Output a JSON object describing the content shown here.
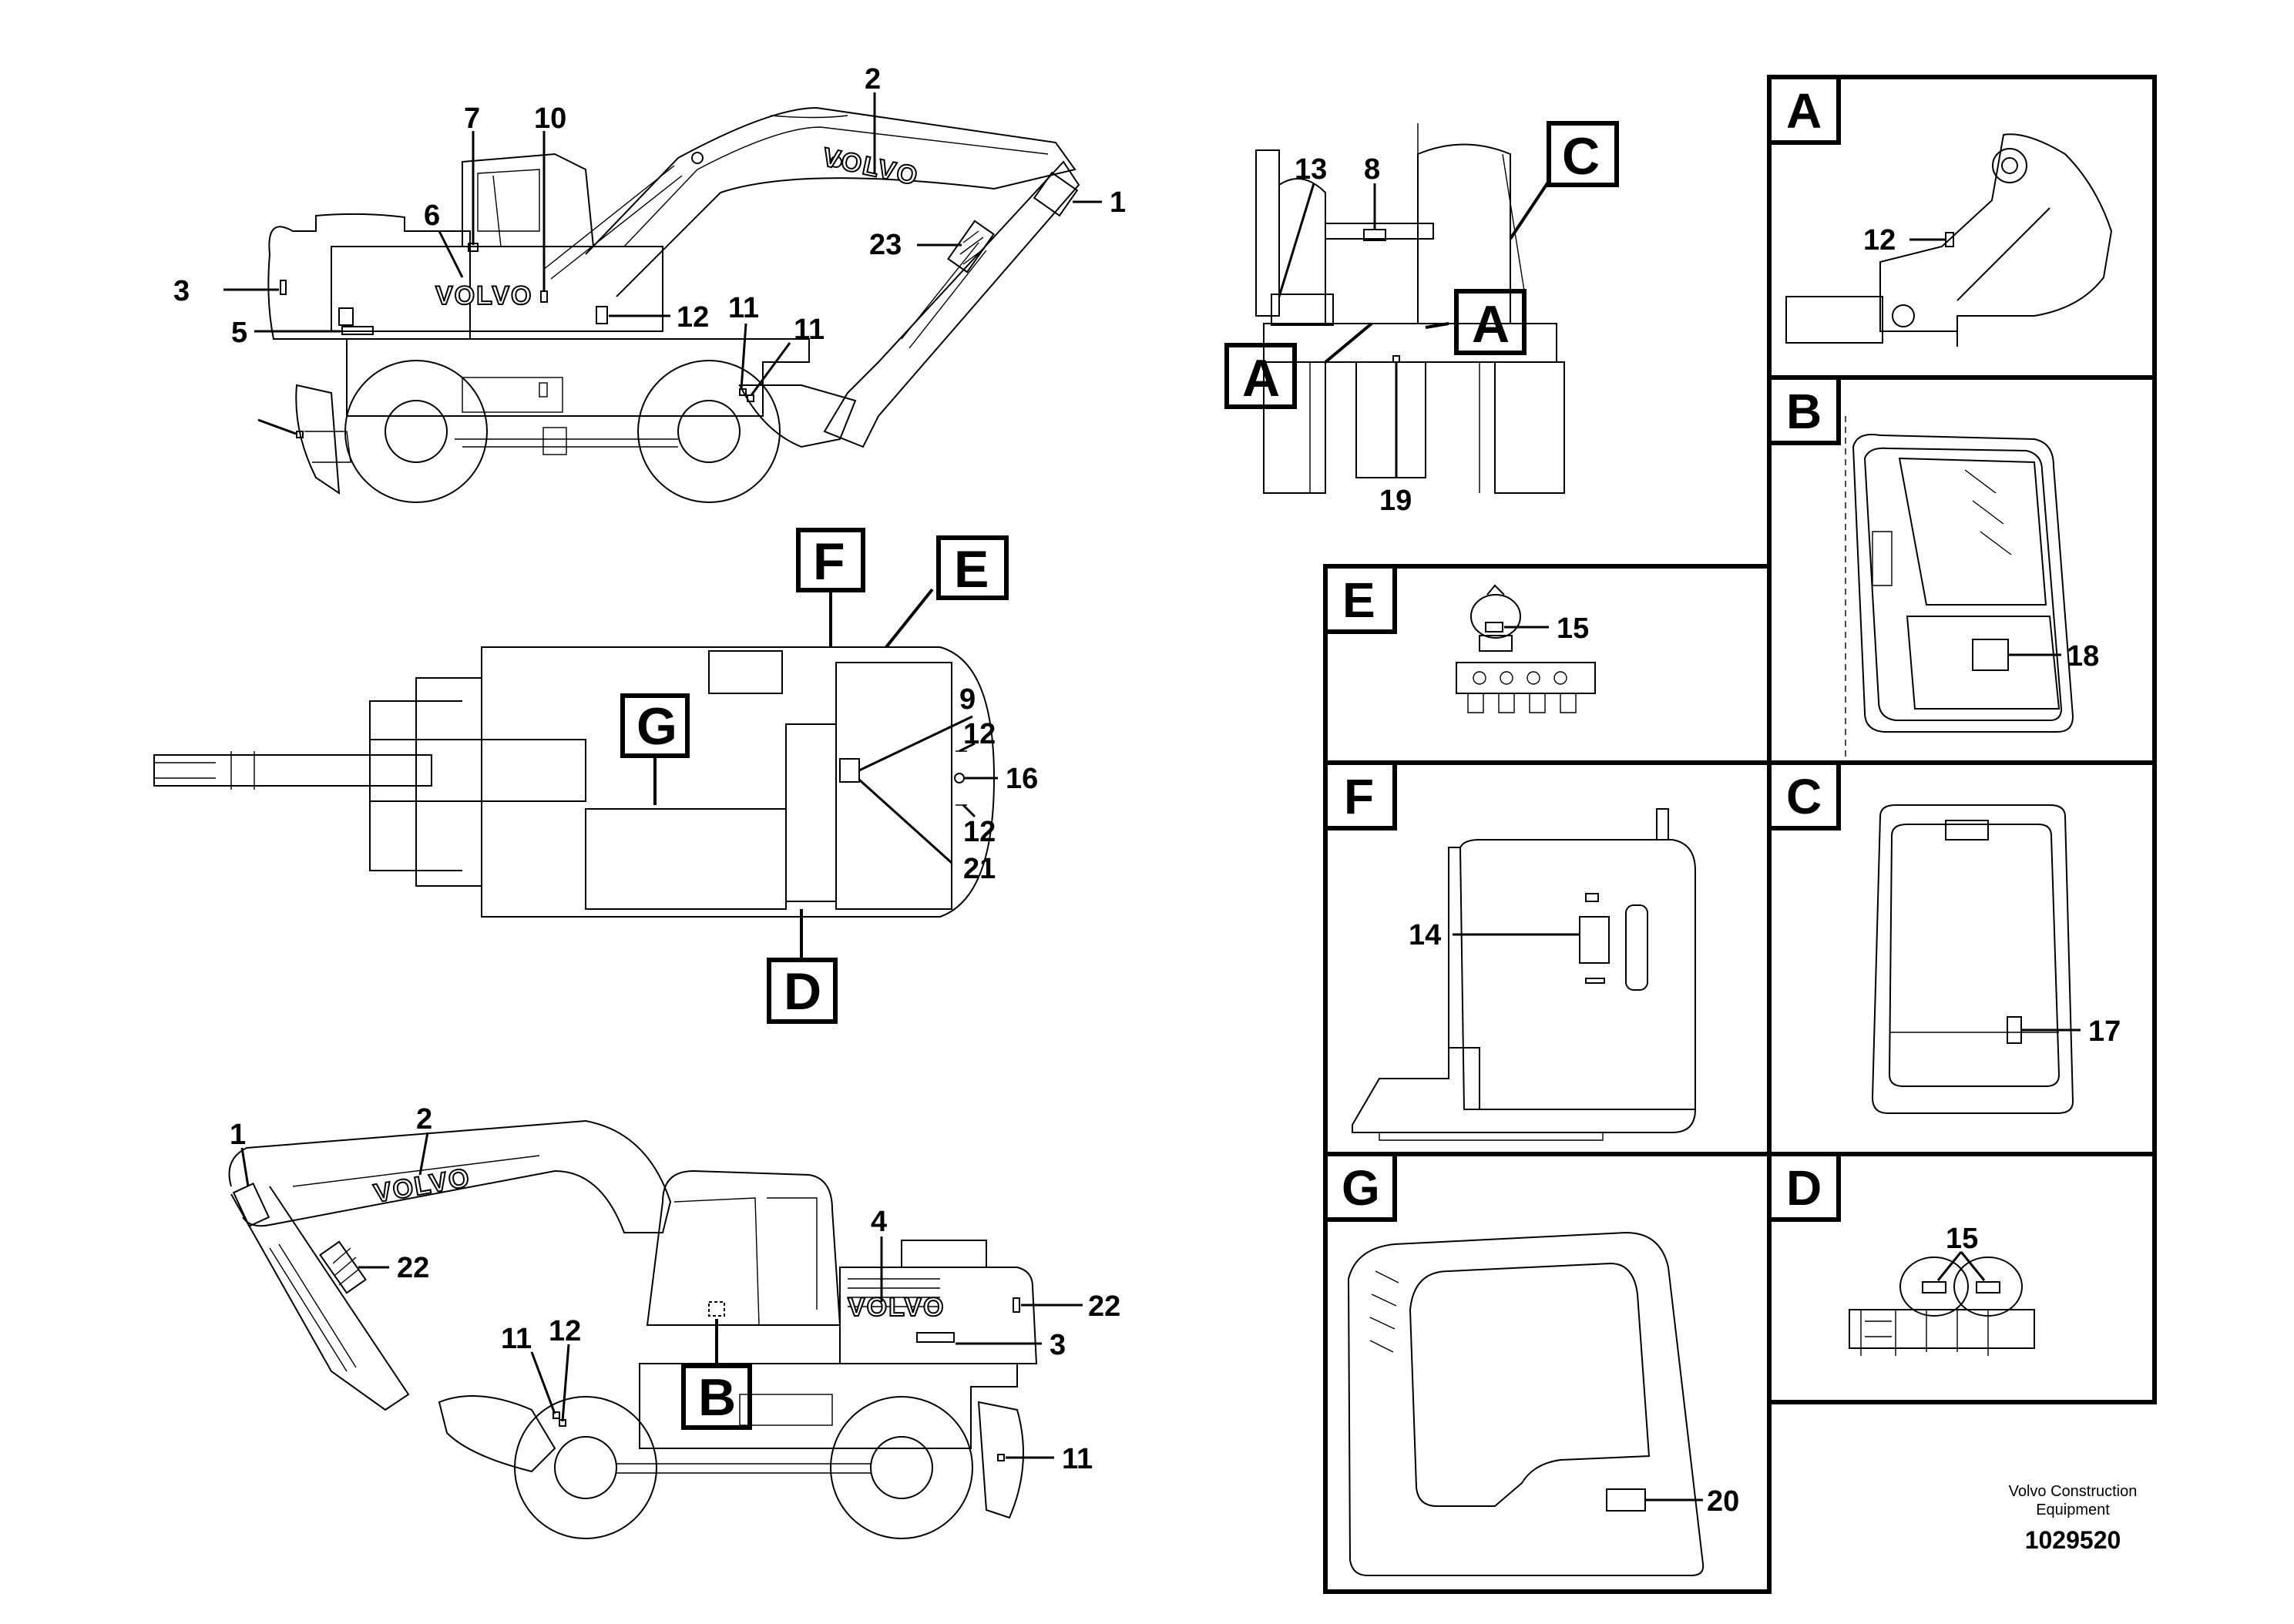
{
  "footer": {
    "brand_line1": "Volvo Construction",
    "brand_line2": "Equipment",
    "drawing_no": "1029520"
  },
  "logo_text": "VOLVO",
  "view_left_side": {
    "callouts": [
      "1",
      "2",
      "23",
      "3",
      "5",
      "6",
      "7",
      "10",
      "12",
      "11",
      "11"
    ]
  },
  "view_front": {
    "callouts": [
      "13",
      "8",
      "19"
    ],
    "detail_refs": [
      "A",
      "A",
      "C"
    ]
  },
  "view_top": {
    "callouts": [
      "9",
      "12",
      "16",
      "12",
      "21"
    ],
    "detail_refs": [
      "F",
      "E",
      "G",
      "D"
    ]
  },
  "view_right_side": {
    "callouts": [
      "1",
      "2",
      "22",
      "4",
      "22",
      "3",
      "11",
      "12",
      "11"
    ],
    "detail_refs": [
      "B"
    ]
  },
  "panels": [
    {
      "letter": "A",
      "callouts": [
        "12"
      ]
    },
    {
      "letter": "B",
      "callouts": [
        "18"
      ]
    },
    {
      "letter": "E",
      "callouts": [
        "15"
      ]
    },
    {
      "letter": "F",
      "callouts": [
        "14"
      ]
    },
    {
      "letter": "C",
      "callouts": [
        "17"
      ]
    },
    {
      "letter": "G",
      "callouts": [
        "20"
      ]
    },
    {
      "letter": "D",
      "callouts": [
        "15"
      ]
    }
  ]
}
